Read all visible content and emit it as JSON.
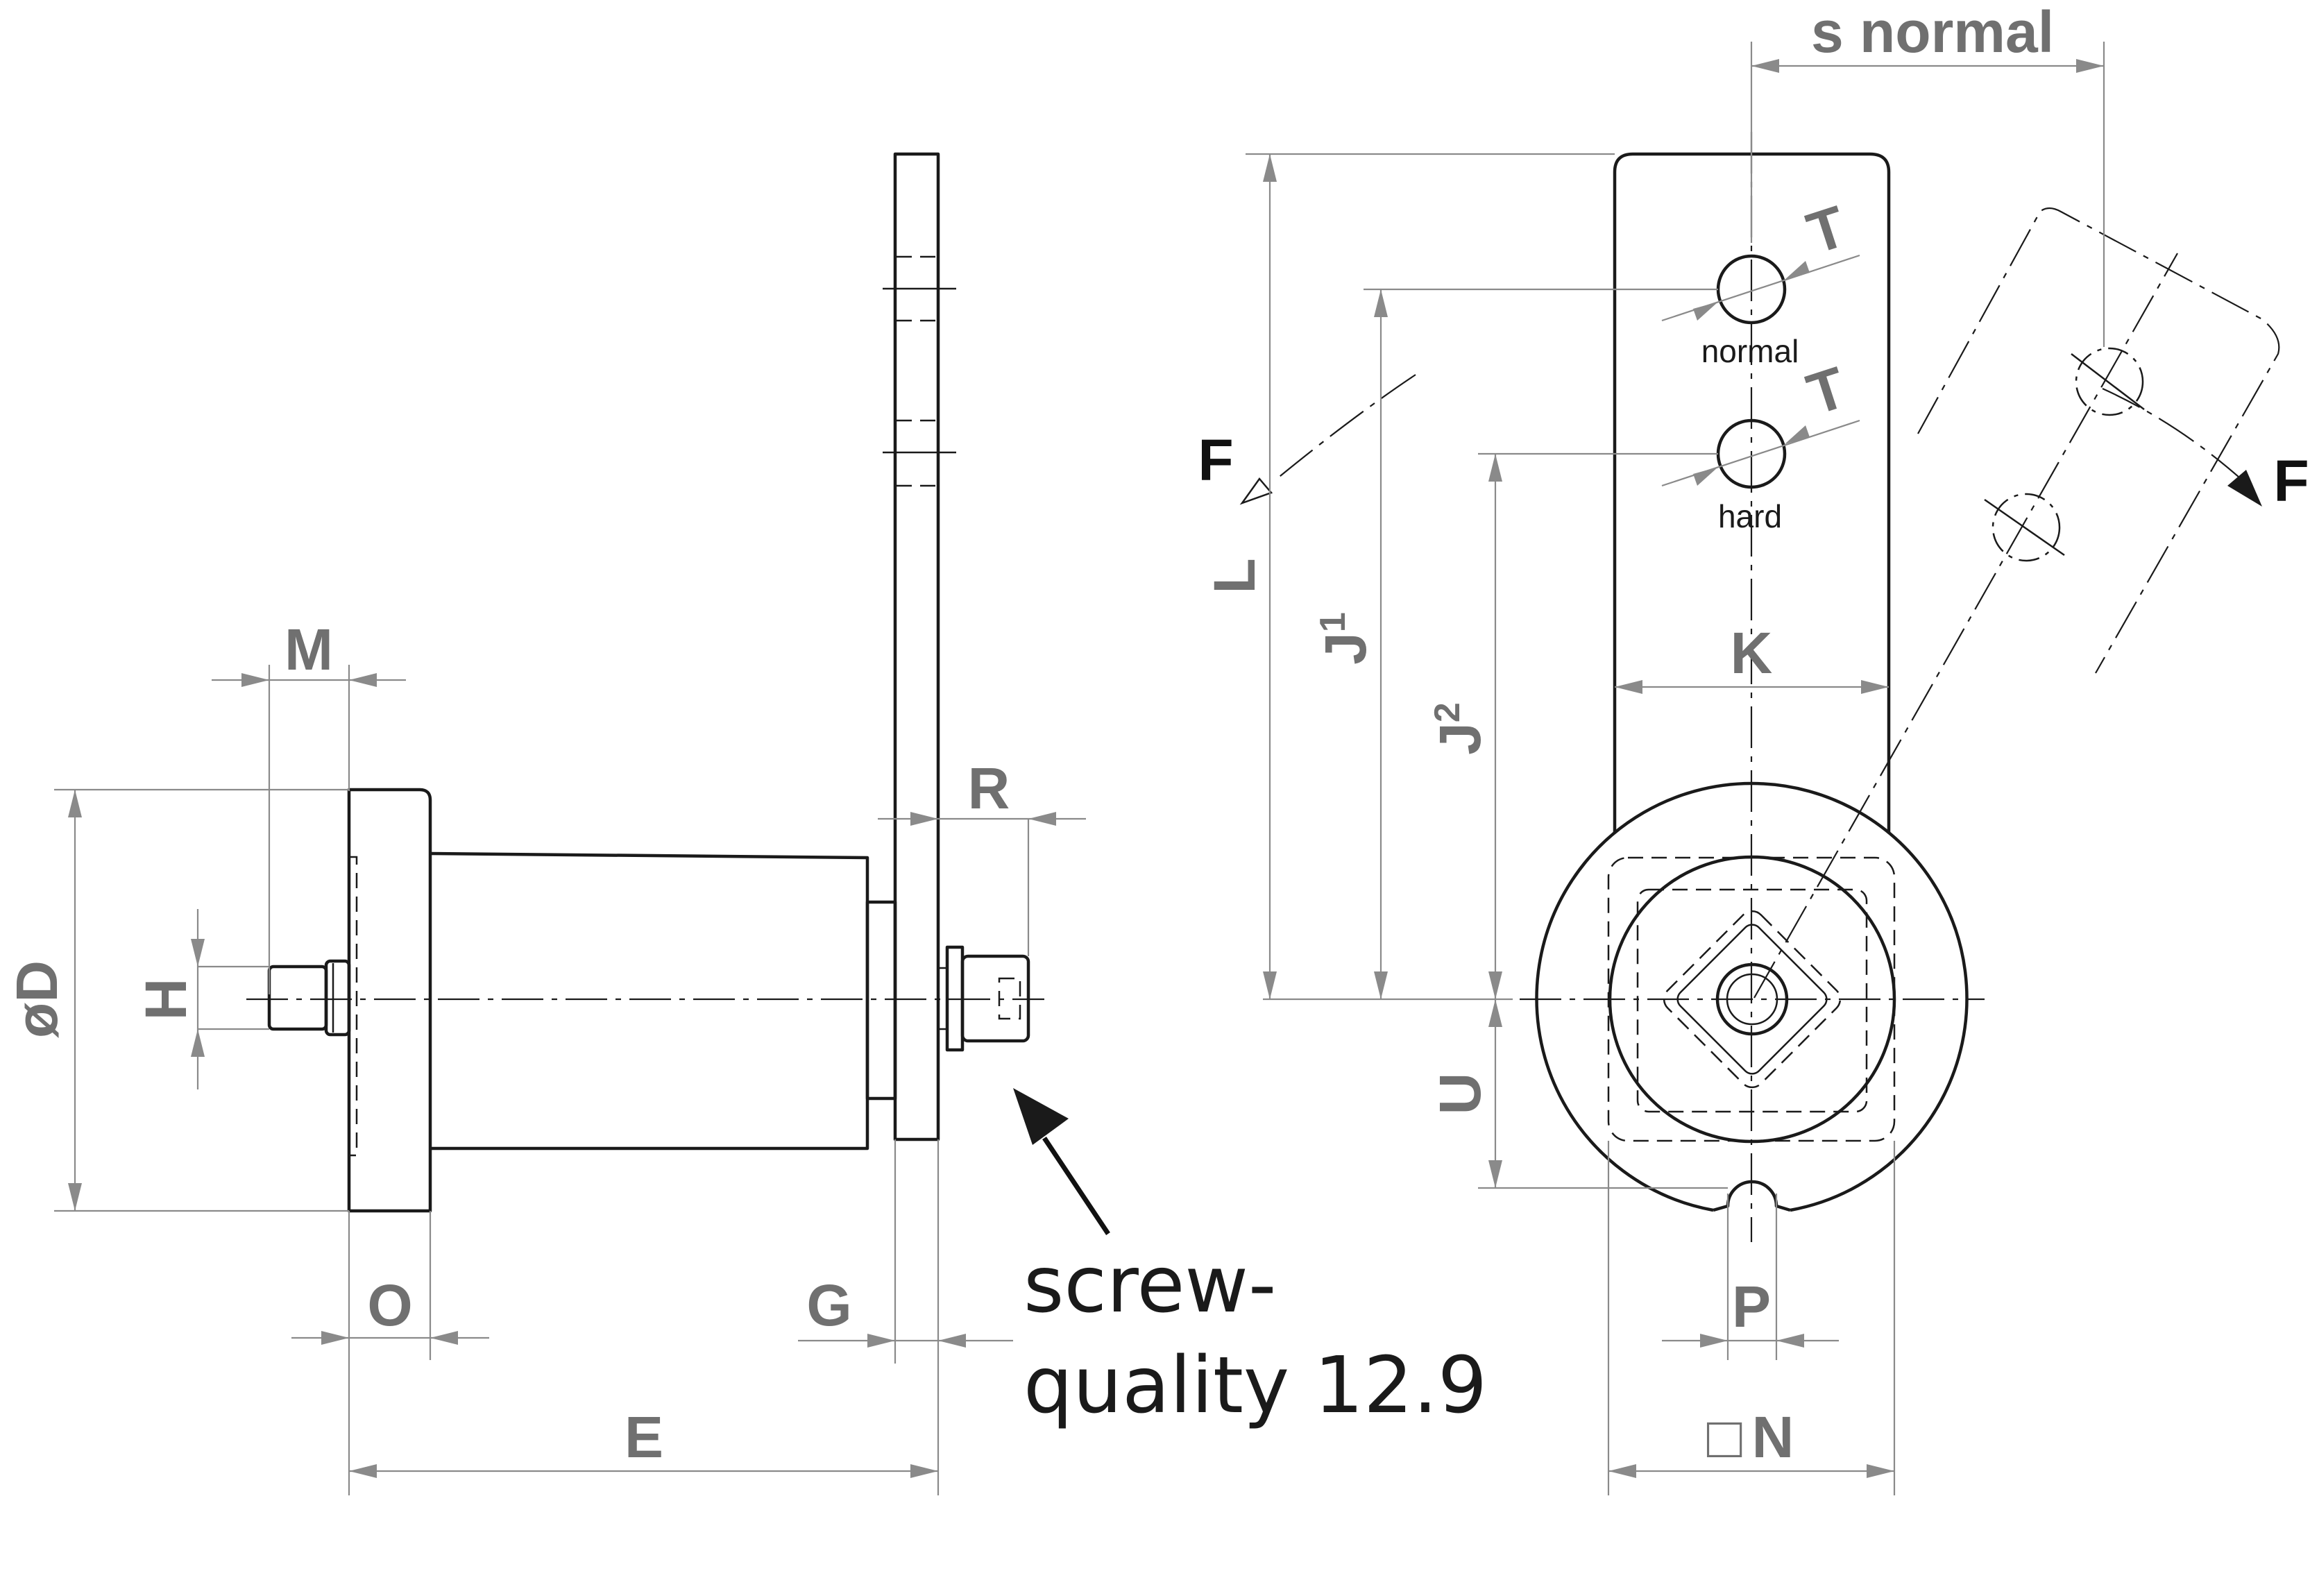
{
  "labels": {
    "s_normal": "s normal",
    "T_upper": "T",
    "T_lower": "T",
    "normal": "normal",
    "hard": "hard",
    "F_left": "F",
    "F_right": "F",
    "L": "L",
    "J1": "J",
    "J1_sup": "1",
    "J2": "J",
    "J2_sup": "2",
    "K": "K",
    "U": "U",
    "P": "P",
    "N_symbol": "□",
    "N": "N",
    "M": "M",
    "H": "H",
    "D": "øD",
    "R": "R",
    "O": "O",
    "G": "G",
    "E": "E"
  },
  "note": {
    "line1": "screw-",
    "line2": "quality 12.9"
  }
}
